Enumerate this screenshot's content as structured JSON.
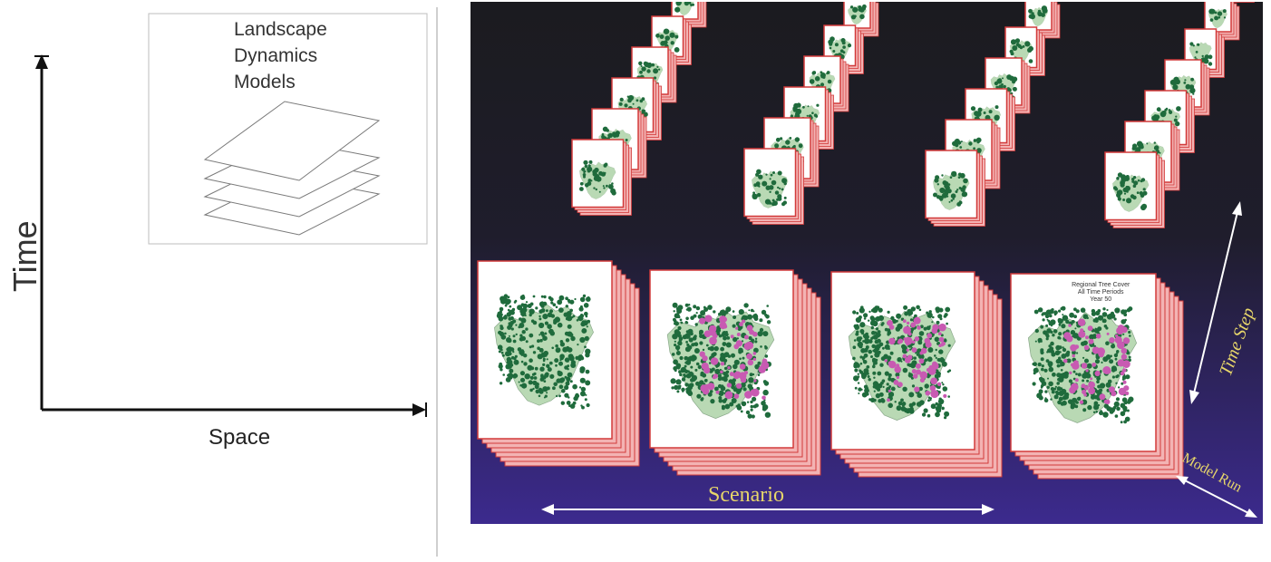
{
  "left_diagram": {
    "time_axis_label": "Time",
    "space_axis_label": "Space",
    "inset_title_lines": [
      "Landscape",
      "Dynamics",
      "Models"
    ]
  },
  "right_diagram": {
    "scenario_label": "Scenario",
    "time_step_label": "Time Step",
    "model_run_label": "Model Run",
    "front_map_title_lines": [
      "Regional Tree Cover",
      "All Time Periods",
      "Year 50"
    ],
    "colors": {
      "background_top": "#1b1b1f",
      "background_bottom": "#3c2a8e",
      "frame_border": "#d23a3a",
      "frame_fill": "#ffffff",
      "stack_fill": "#f3b3b3",
      "map_light": "#b9d9b4",
      "map_dark": "#1f6b3c",
      "map_disturbance": "#c85ab2",
      "label_yellow": "#e7d66a",
      "arrow_white": "#ffffff"
    }
  }
}
